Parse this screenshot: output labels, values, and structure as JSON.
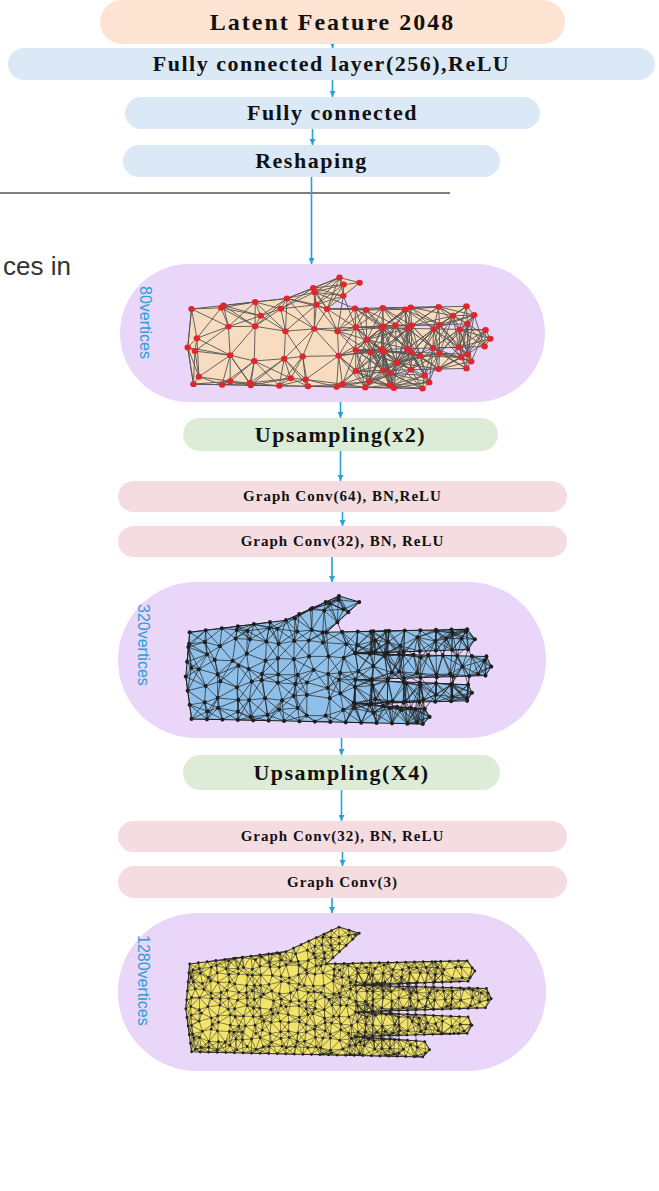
{
  "diagram": {
    "nodes": [
      {
        "text": [
          "Latent Feature 2048"
        ]
      },
      {
        "text": [
          "Fully connected layer(256),ReLU"
        ]
      },
      {
        "text": [
          "Fully connected"
        ]
      },
      {
        "text": [
          "Reshaping"
        ]
      },
      {
        "text": [
          "80vertices"
        ]
      },
      {
        "text": [
          "Upsampling(x2)"
        ]
      },
      {
        "text": [
          "Graph Conv(64), BN,ReLU"
        ]
      },
      {
        "text": [
          "Graph Conv(32), BN, ReLU"
        ]
      },
      {
        "text": [
          "320vertices"
        ]
      },
      {
        "text": [
          "Upsampling(X4)"
        ]
      },
      {
        "text": [
          "Graph Conv(32), BN, ReLU"
        ]
      },
      {
        "text": [
          "Graph Conv(3)"
        ]
      },
      {
        "text": [
          "1280vertices"
        ]
      }
    ],
    "edges": [
      {
        "from": 0,
        "to": 1,
        "arrow": "to"
      },
      {
        "from": 1,
        "to": 2,
        "arrow": "to"
      },
      {
        "from": 2,
        "to": 3,
        "arrow": "to"
      },
      {
        "from": 3,
        "to": 4,
        "arrow": "to"
      },
      {
        "from": 4,
        "to": 5,
        "arrow": "to"
      },
      {
        "from": 5,
        "to": 6,
        "arrow": "to"
      },
      {
        "from": 6,
        "to": 7,
        "arrow": "to"
      },
      {
        "from": 7,
        "to": 8,
        "arrow": "to"
      },
      {
        "from": 8,
        "to": 9,
        "arrow": "to"
      },
      {
        "from": 9,
        "to": 10,
        "arrow": "to"
      },
      {
        "from": 10,
        "to": 11,
        "arrow": "to"
      },
      {
        "from": 11,
        "to": 12,
        "arrow": "to"
      }
    ],
    "labels": [
      "ces in"
    ]
  }
}
